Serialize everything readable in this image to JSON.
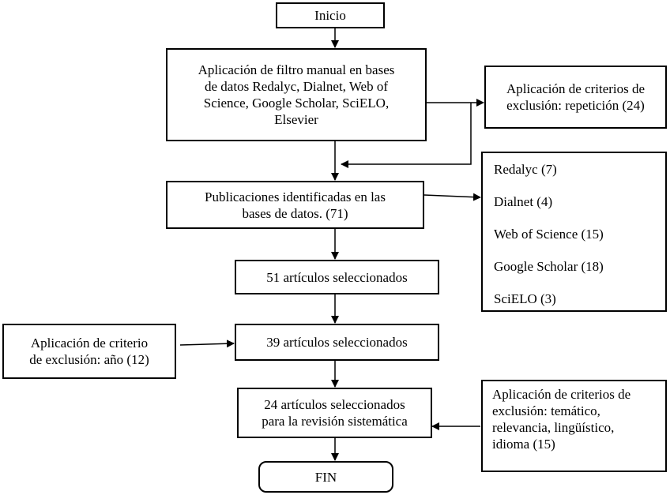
{
  "nodes": {
    "inicio": {
      "lines": [
        "Inicio"
      ]
    },
    "filtro": {
      "lines": [
        "Aplicación  de filtro manual en bases",
        "de datos Redalyc, Dialnet, Web of",
        "Science, Google Scholar, SciELO,",
        "Elsevier"
      ]
    },
    "repeticion": {
      "lines": [
        "Aplicación de criterios de",
        "exclusión:  repetición (24)"
      ]
    },
    "identificadas": {
      "lines": [
        "Publicaciones identificadas  en las",
        "bases de datos. (71)"
      ]
    },
    "bases": {
      "items": [
        "Redalyc  (7)",
        "Dialnet  (4)",
        "Web of Science (15)",
        "Google  Scholar  (18)",
        "SciELO (3)"
      ]
    },
    "sel51": {
      "lines": [
        "51 artículos seleccionados"
      ]
    },
    "anio": {
      "lines": [
        "Aplicación  de criterio",
        "de exclusión:  año (12)"
      ]
    },
    "sel39": {
      "lines": [
        "39 artículos seleccionados"
      ]
    },
    "sel24": {
      "lines": [
        "24 artículos seleccionados",
        "para la revisión sistemática"
      ]
    },
    "tematico": {
      "lines": [
        "Aplicación de criterios de",
        "exclusión:  temático,",
        "relevancia, lingüístico,",
        "idioma (15)"
      ]
    },
    "fin": {
      "lines": [
        "FIN"
      ]
    }
  }
}
